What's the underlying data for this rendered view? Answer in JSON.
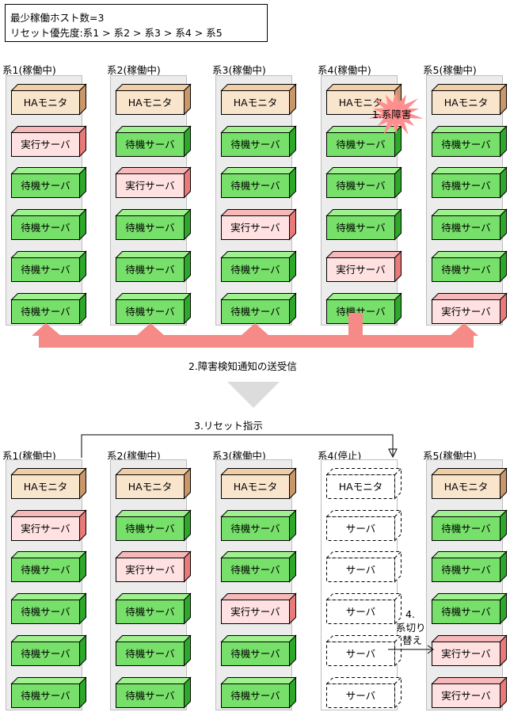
{
  "note": {
    "line1": "最少稼働ホスト数=3",
    "line2": "リセット優先度:系1 > 系2 > 系3 > 系4 > 系5"
  },
  "top": {
    "systems": [
      {
        "title": "系1(稼働中)",
        "blocks": [
          "monitor",
          "active",
          "standby",
          "standby",
          "standby",
          "standby"
        ]
      },
      {
        "title": "系2(稼働中)",
        "blocks": [
          "monitor",
          "standby",
          "active",
          "standby",
          "standby",
          "standby"
        ]
      },
      {
        "title": "系3(稼働中)",
        "blocks": [
          "monitor",
          "standby",
          "standby",
          "active",
          "standby",
          "standby"
        ]
      },
      {
        "title": "系4(稼働中)",
        "blocks": [
          "monitor",
          "standby",
          "standby",
          "standby",
          "active",
          "standby"
        ]
      },
      {
        "title": "系5(稼働中)",
        "blocks": [
          "monitor",
          "standby",
          "standby",
          "standby",
          "standby",
          "active"
        ]
      }
    ]
  },
  "bottom": {
    "systems": [
      {
        "title": "系1(稼働中)",
        "stopped": false,
        "blocks": [
          "monitor",
          "active",
          "standby",
          "standby",
          "standby",
          "standby"
        ]
      },
      {
        "title": "系2(稼働中)",
        "stopped": false,
        "blocks": [
          "monitor",
          "standby",
          "active",
          "standby",
          "standby",
          "standby"
        ]
      },
      {
        "title": "系3(稼働中)",
        "stopped": false,
        "blocks": [
          "monitor",
          "standby",
          "standby",
          "active",
          "standby",
          "standby"
        ]
      },
      {
        "title": "系4(停止)",
        "stopped": true,
        "blocks": [
          "monitor",
          "server",
          "server",
          "server",
          "server",
          "server"
        ]
      },
      {
        "title": "系5(稼働中)",
        "stopped": false,
        "blocks": [
          "monitor",
          "standby",
          "standby",
          "standby",
          "active",
          "active"
        ]
      }
    ]
  },
  "block_labels": {
    "monitor": "HAモニタ",
    "active": "実行サーバ",
    "standby": "待機サーバ",
    "server": "サーバ"
  },
  "steps": {
    "failure": "1.系障害",
    "notify": "2.障害検知通知の送受信",
    "reset": "3.リセット指示",
    "switch_num": "4.",
    "switch_line1": "系切り",
    "switch_line2": "替え"
  },
  "colors": {
    "monitor_front": "#f9e4cc",
    "monitor_top": "#f1cfa6",
    "monitor_side": "#c9976a",
    "active_front": "#ffe1e1",
    "active_top": "#f6b8b8",
    "active_side": "#e87a7a",
    "standby_front": "#77e06a",
    "standby_top": "#9ff08f",
    "standby_side": "#2ea82a",
    "arrow": "#f58a86",
    "burst": "#ff8f8f",
    "down_arrow": "#dcdcdc"
  }
}
